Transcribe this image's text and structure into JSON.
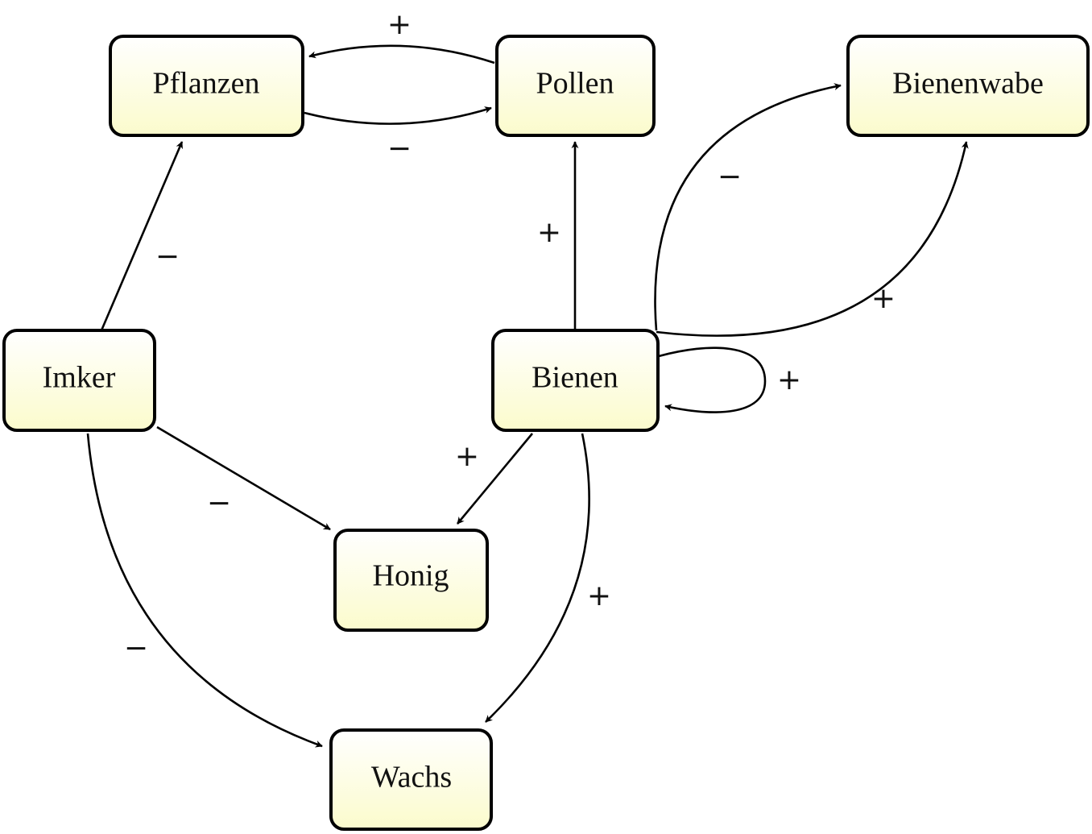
{
  "nodes": {
    "pflanzen": "Pflanzen",
    "pollen": "Pollen",
    "bienenwabe": "Bienenwabe",
    "imker": "Imker",
    "bienen": "Bienen",
    "honig": "Honig",
    "wachs": "Wachs"
  },
  "edges": [
    {
      "from": "Pollen",
      "to": "Pflanzen",
      "sign": "+"
    },
    {
      "from": "Pflanzen",
      "to": "Pollen",
      "sign": "−"
    },
    {
      "from": "Imker",
      "to": "Pflanzen",
      "sign": "−"
    },
    {
      "from": "Bienen",
      "to": "Pollen",
      "sign": "+"
    },
    {
      "from": "Bienen",
      "to": "Bienenwabe",
      "sign": "−"
    },
    {
      "from": "Bienen",
      "to": "Bienenwabe",
      "sign": "+"
    },
    {
      "from": "Bienen",
      "to": "Bienen",
      "sign": "+"
    },
    {
      "from": "Bienen",
      "to": "Honig",
      "sign": "+"
    },
    {
      "from": "Imker",
      "to": "Honig",
      "sign": "−"
    },
    {
      "from": "Bienen",
      "to": "Wachs",
      "sign": "+"
    },
    {
      "from": "Imker",
      "to": "Wachs",
      "sign": "−"
    }
  ]
}
